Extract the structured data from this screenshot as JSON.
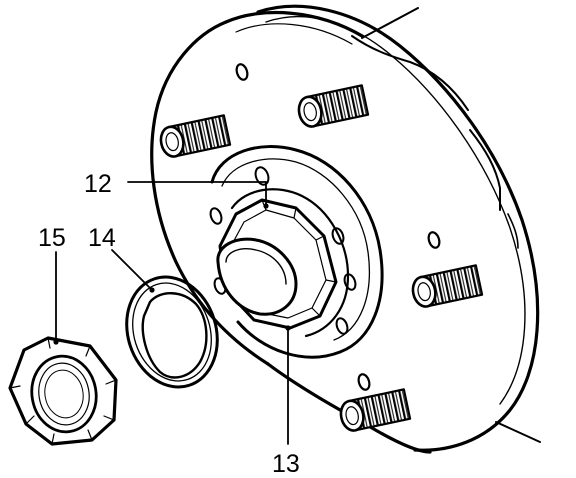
{
  "callouts": {
    "c12": "12",
    "c13": "13",
    "c14": "14",
    "c15": "15"
  },
  "parts": [
    {
      "id": "hub",
      "icon": "wheel-hub-flange"
    },
    {
      "id": "stud",
      "icon": "threaded-stud",
      "count": 4
    },
    {
      "id": "nut",
      "icon": "hex-nut"
    },
    {
      "id": "washer",
      "icon": "d-washer"
    }
  ],
  "colors": {
    "ink": "#000000",
    "paper": "#ffffff"
  }
}
